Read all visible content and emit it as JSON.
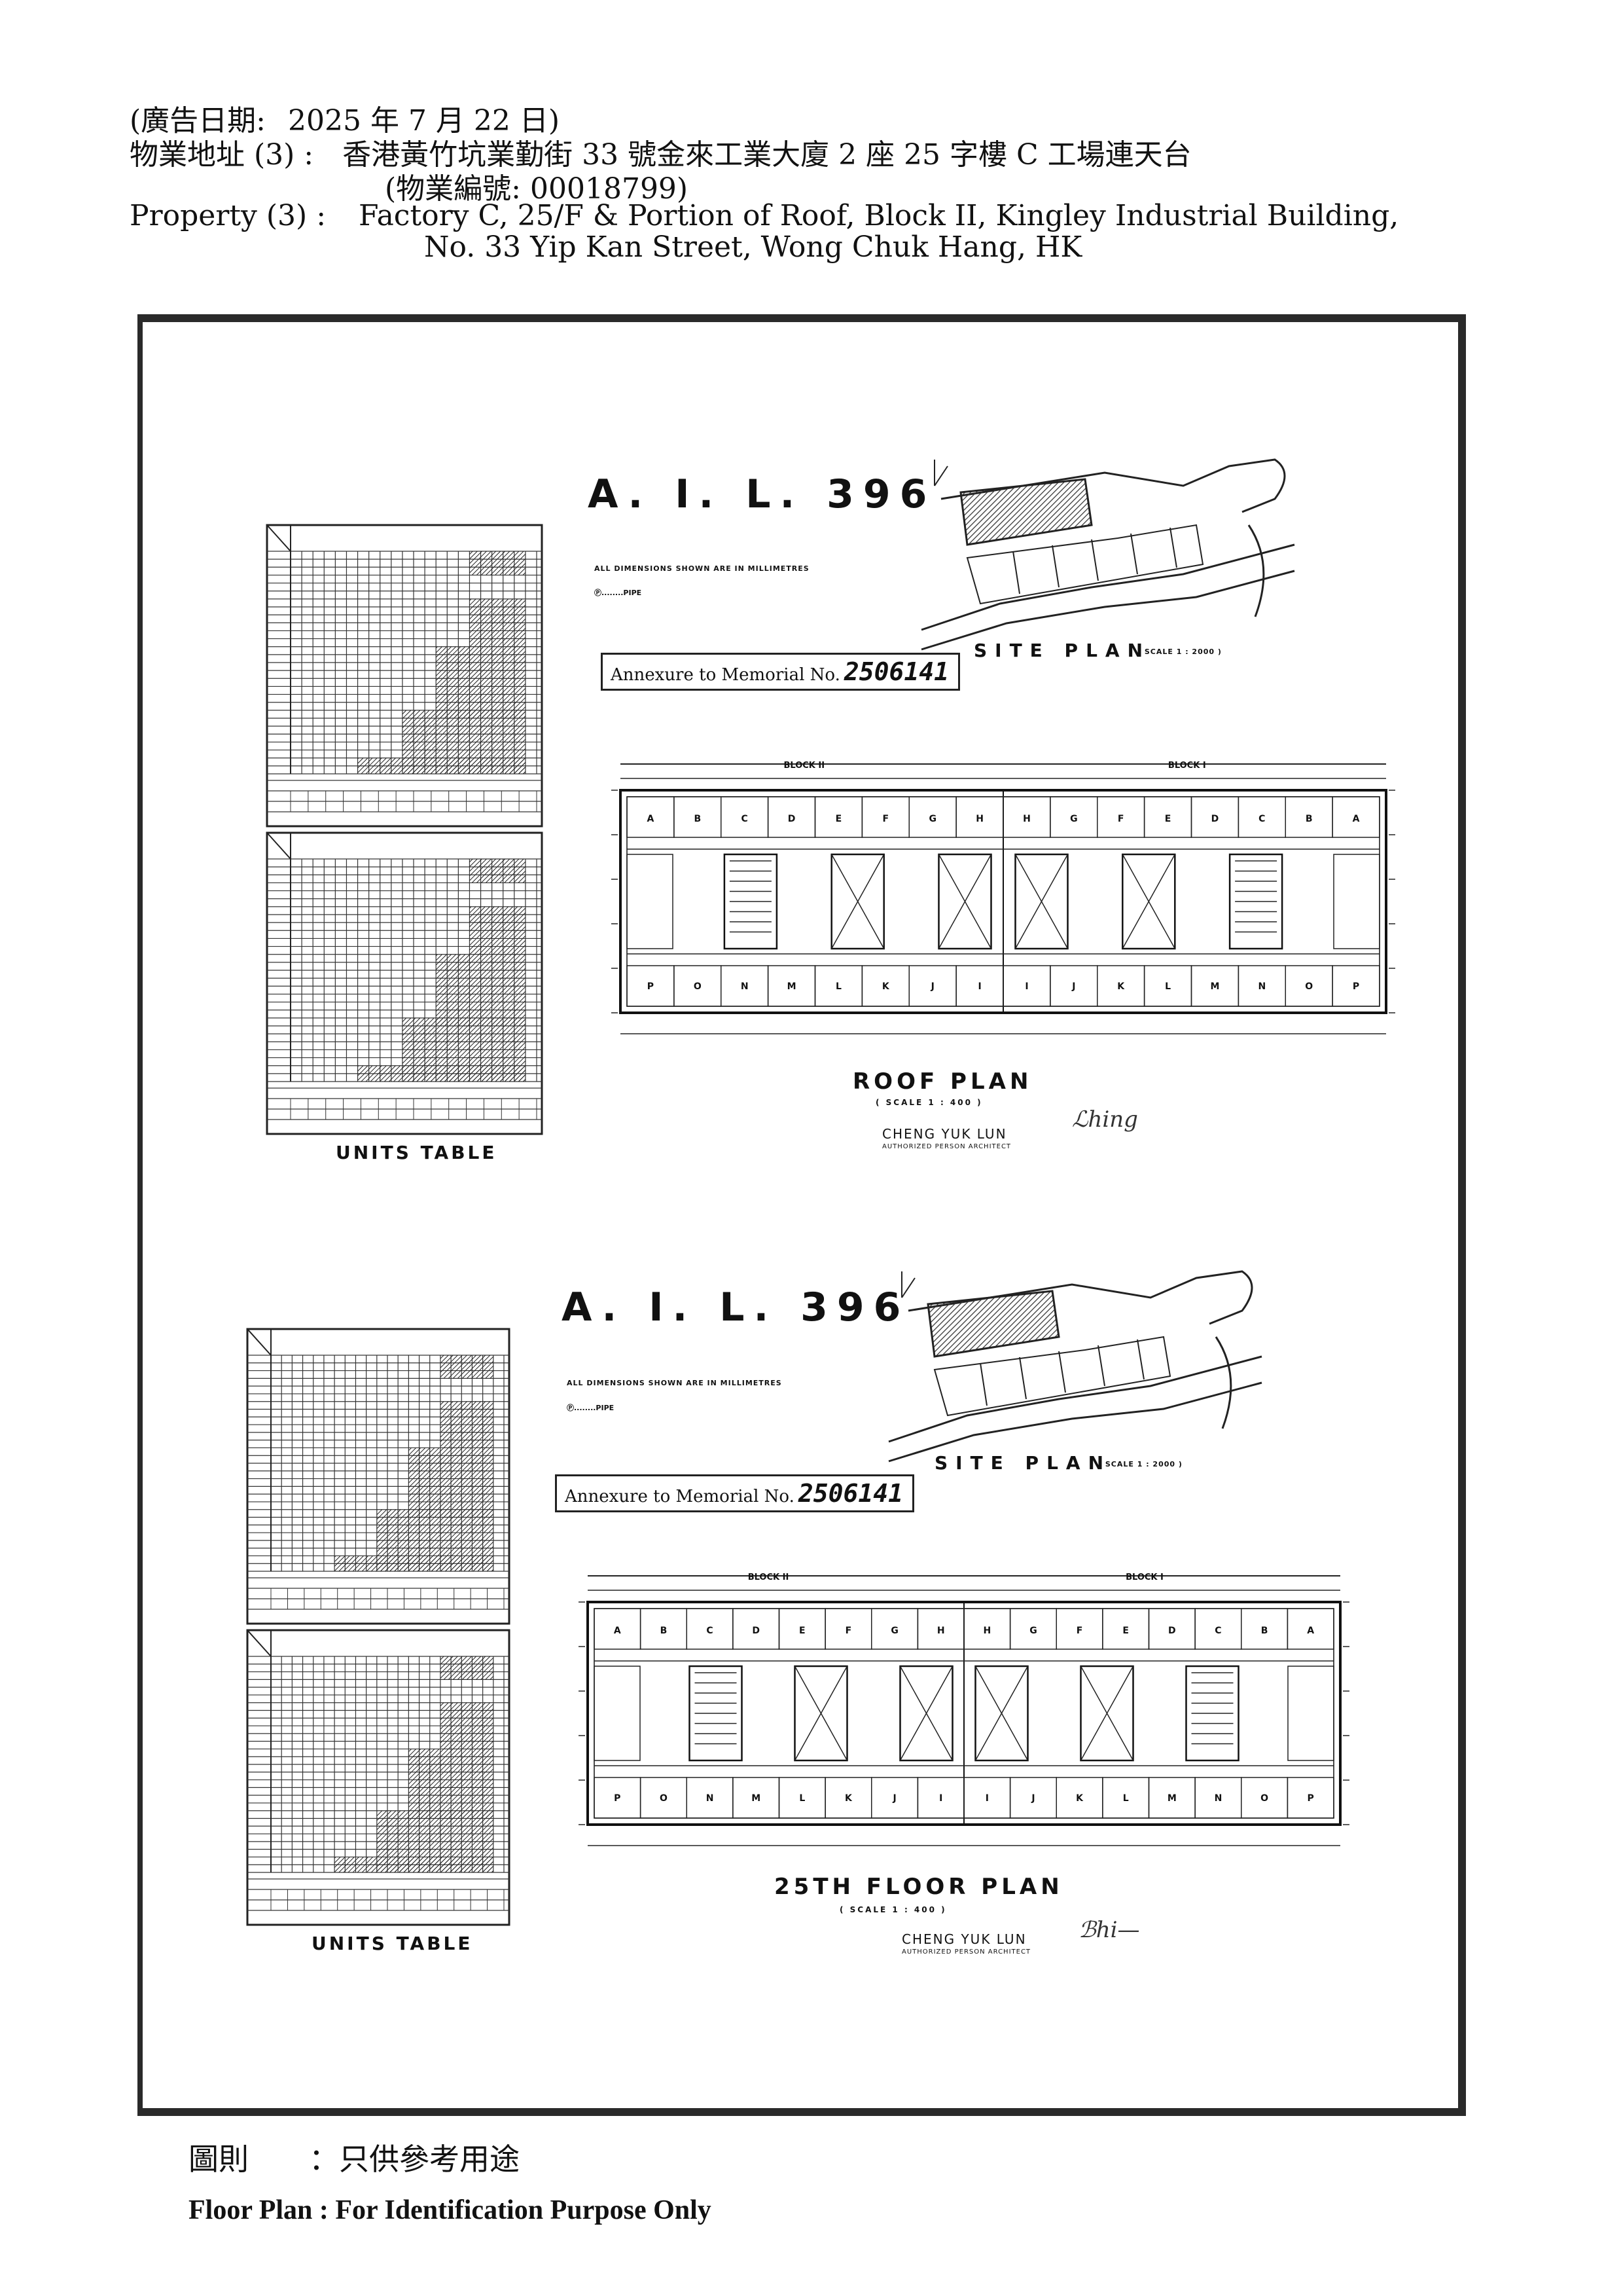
{
  "header": {
    "ad_date_label": "(廣告日期:",
    "ad_date_value": "2025 年 7 月 22 日)",
    "address_label": "物業地址 (3) :",
    "address_value": "香港黃竹坑業勤街 33 號金來工業大廈 2 座 25 字樓 C 工場連天台",
    "property_number": "(物業編號: 00018799)",
    "property_label": "Property (3) :",
    "property_line1": "Factory C, 25/F & Portion of Roof, Block II, Kingley Industrial Building,",
    "property_line2": "No. 33 Yip Kan Street, Wong Chuk Hang, HK"
  },
  "plans": [
    {
      "lot": "A. I. L. 396",
      "dimensions_note": "ALL DIMENSIONS SHOWN ARE IN MILLIMETRES",
      "pipe_note": "Ⓟ........PIPE",
      "memorial_prefix": "Annexure to Memorial No.",
      "memorial_number": "2506141",
      "site_plan_label": "SITE  PLAN",
      "site_plan_scale": "( SCALE  1 : 2000 )",
      "plan_title": "ROOF  PLAN",
      "plan_scale": "( SCALE  1 : 400 )",
      "architect_name": "CHENG YUK LUN",
      "architect_title": "AUTHORIZED PERSON ARCHITECT",
      "units_table_label": "UNITS   TABLE",
      "block_labels": [
        "BLOCK  II",
        "BLOCK  I"
      ]
    },
    {
      "lot": "A. I. L. 396",
      "dimensions_note": "ALL DIMENSIONS SHOWN ARE IN MILLIMETRES",
      "pipe_note": "Ⓟ........PIPE",
      "memorial_prefix": "Annexure to Memorial No.",
      "memorial_number": "2506141",
      "site_plan_label": "SITE  PLAN",
      "site_plan_scale": "( SCALE  1 : 2000 )",
      "plan_title": "25TH  FLOOR  PLAN",
      "plan_scale": "( SCALE  1 : 400 )",
      "architect_name": "CHENG YUK LUN",
      "architect_title": "AUTHORIZED PERSON ARCHITECT",
      "units_table_label": "UNITS   TABLE",
      "block_labels": [
        "BLOCK  II",
        "BLOCK  I"
      ]
    }
  ],
  "unit_letters_top": [
    "A",
    "B",
    "C",
    "D",
    "E",
    "F",
    "G",
    "H"
  ],
  "unit_letters_bottom": [
    "P",
    "O",
    "N",
    "M",
    "L",
    "K",
    "J",
    "I"
  ],
  "footer": {
    "floor_plan_cn": "圖則　　：只供參考用途",
    "floor_plan_en": "Floor Plan : For Identification Purpose Only"
  }
}
